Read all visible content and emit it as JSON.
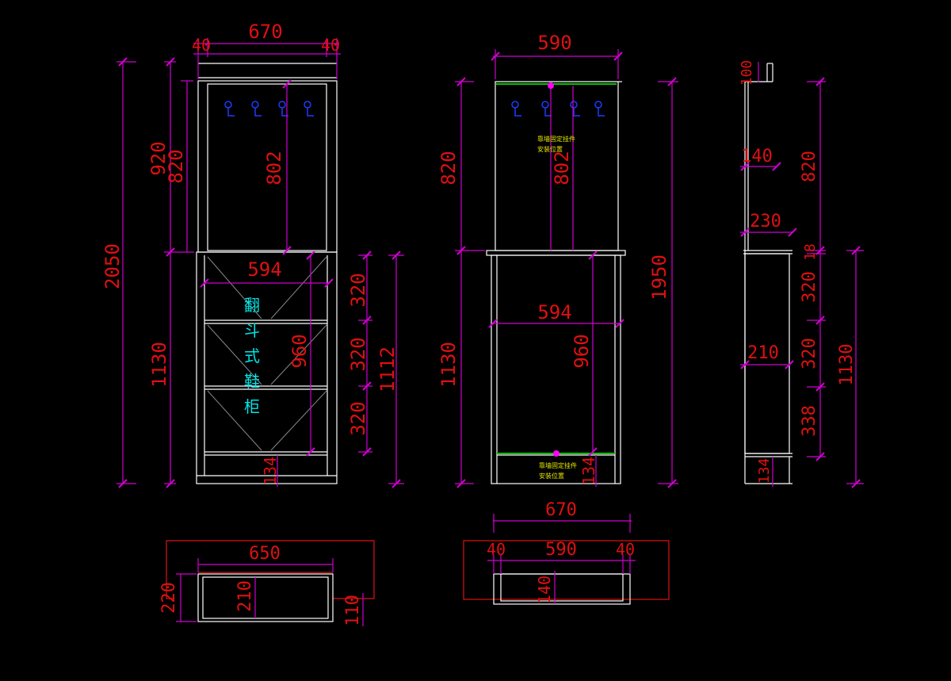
{
  "colors": {
    "background": "#000000",
    "outline": "#ffffff",
    "dimension": "#d000d0",
    "dimension_text": "#e01010",
    "hook": "#1a3cff",
    "label": "#00e5e5",
    "note": "#e8e800",
    "floor_line": "#00c000"
  },
  "front_view": {
    "dims": {
      "overall_width": "670",
      "left_offset": "40",
      "right_offset": "40",
      "total_height": "2050",
      "upper_outer": "920",
      "upper_inner": "820",
      "lower_height": "1130",
      "upper_inner_height": "802",
      "inner_width": "594",
      "tilt_height": "960",
      "flap_1": "320",
      "flap_2": "320",
      "flap_3": "320",
      "lower_inner": "1112",
      "plinth": "134"
    },
    "cabinet_label": [
      "翻",
      "斗",
      "式",
      "鞋",
      "柜"
    ]
  },
  "back_view": {
    "dims": {
      "top_width": "590",
      "upper_height": "820",
      "upper_inner_height": "802",
      "inner_width": "594",
      "tilt_height": "960",
      "lower_height": "1130",
      "overall_height": "1950",
      "plinth": "134"
    },
    "notes": [
      "靠墙固定挂件",
      "安装位置"
    ]
  },
  "side_view": {
    "dims": {
      "top_cap": "100",
      "hook_depth": "140",
      "upper_height": "820",
      "counter_depth": "230",
      "gap": "18",
      "flap_1": "320",
      "flap_2": "320",
      "flap_3": "338",
      "inner_depth": "210",
      "lower_height": "1130",
      "plinth": "134"
    }
  },
  "plan_left": {
    "dims": {
      "width": "650",
      "depth_outer": "220",
      "depth_inner": "210",
      "toe": "110"
    }
  },
  "plan_right": {
    "dims": {
      "overall": "670",
      "left_offset": "40",
      "middle": "590",
      "right_offset": "40",
      "depth": "140"
    }
  }
}
